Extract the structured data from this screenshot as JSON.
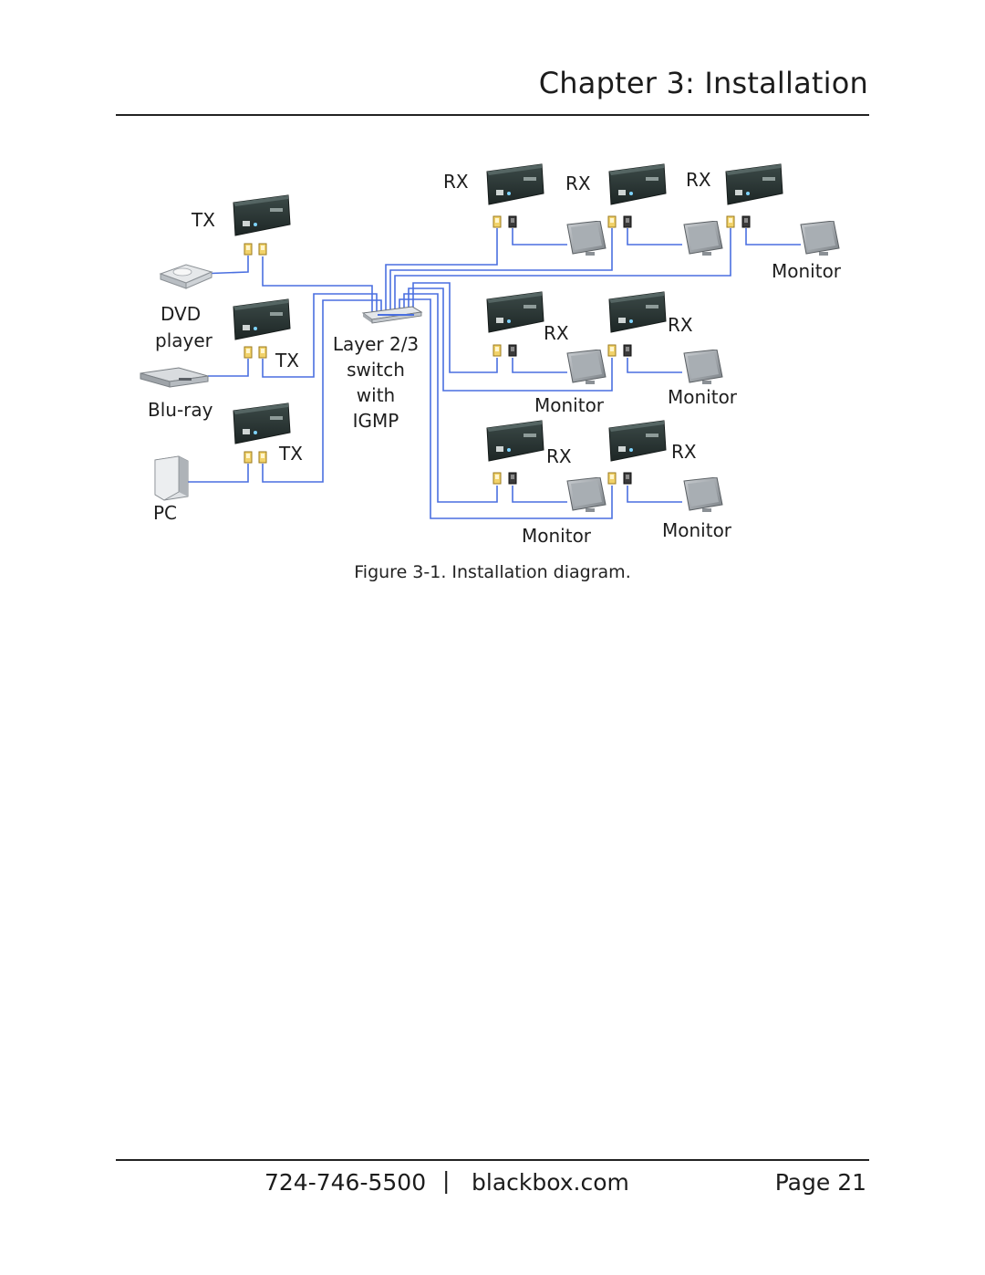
{
  "header": {
    "chapter_title": "Chapter 3: Installation"
  },
  "diagram": {
    "tx_labels": [
      "TX",
      "TX",
      "TX"
    ],
    "source_labels": {
      "dvd_line1": "DVD",
      "dvd_line2": "player",
      "bluray": "Blu-ray",
      "pc": "PC"
    },
    "switch_label": [
      "Layer 2/3",
      "switch",
      "with",
      "IGMP"
    ],
    "rx_labels": [
      "RX",
      "RX",
      "RX",
      "RX",
      "RX",
      "RX",
      "RX"
    ],
    "monitor_labels": [
      "Monitor",
      "Monitor",
      "Monitor",
      "Monitor",
      "Monitor"
    ],
    "colors": {
      "cable": "#4a6fe0",
      "device": "#2e3b3a",
      "device_dark": "#1f2928",
      "jack": "#e8c24a",
      "screen": "#9aa0a6"
    }
  },
  "caption": "Figure 3-1. Installation diagram.",
  "footer": {
    "phone": "724-746-5500",
    "separator": "|",
    "website": "blackbox.com",
    "page": "Page 21"
  }
}
